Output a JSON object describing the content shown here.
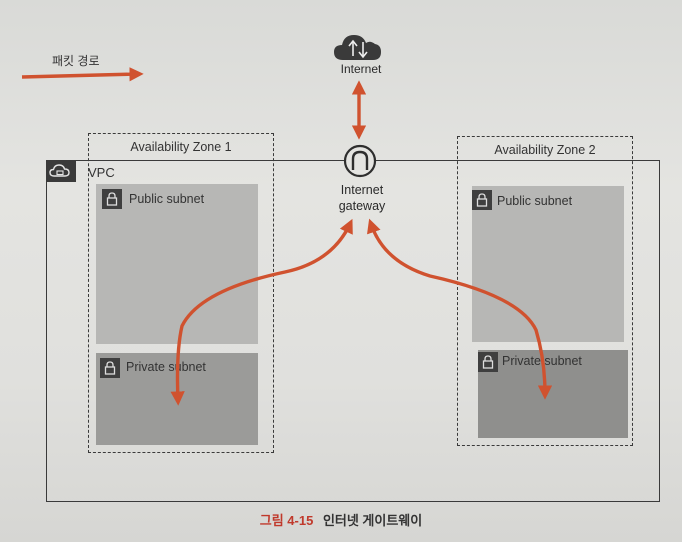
{
  "legend": {
    "label": "패킷 경로"
  },
  "internet": {
    "label": "Internet",
    "icon": "cloud-icon"
  },
  "gateway": {
    "line1": "Internet",
    "line2": "gateway",
    "icon": "gateway-icon"
  },
  "vpc": {
    "label": "VPC"
  },
  "zones": [
    {
      "label": "Availability Zone 1",
      "public": "Public subnet",
      "private": "Private subnet"
    },
    {
      "label": "Availability Zone 2",
      "public": "Public subnet",
      "private": "Private subnet"
    }
  ],
  "caption": {
    "number": "그림 4-15",
    "title": "인터넷 게이트웨이"
  },
  "colors": {
    "arrow": "#d0522f",
    "caption_number": "#c0392b"
  }
}
